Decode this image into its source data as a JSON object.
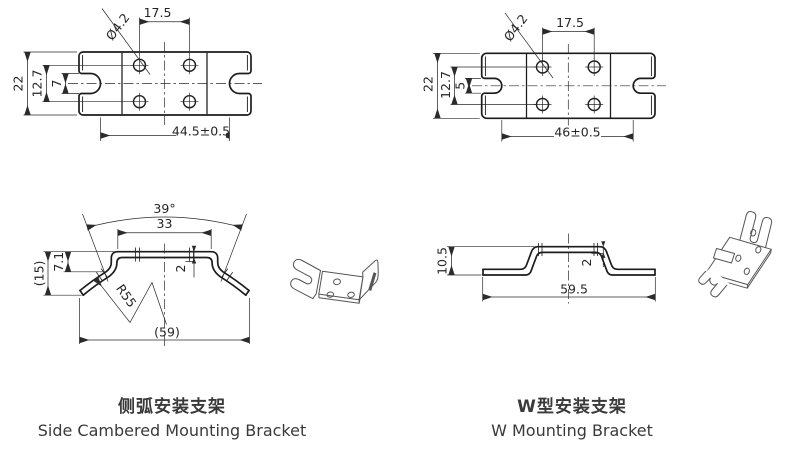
{
  "colors": {
    "outline": "#1c1c1c",
    "dimension": "#2b2b2b",
    "caption_text": "#3a3a3a",
    "iso_sketch": "#555555",
    "background": "#ffffff"
  },
  "left_bracket": {
    "caption_cn": "侧弧安装支架",
    "caption_en": "Side Cambered Mounting Bracket",
    "top_view": {
      "hole_spacing": "17.5",
      "hole_diameter": "Ø4.2",
      "overall_height": "22",
      "hole_row_spacing": "12.7",
      "slot_width": "7",
      "mounting_span": "44.5±0.5"
    },
    "front_view": {
      "wing_angle": "39°",
      "top_width": "33",
      "step_height": "7.1",
      "overall_height": "(15)",
      "thickness": "2",
      "camber_radius": "R55",
      "overall_width": "(59)"
    }
  },
  "right_bracket": {
    "caption_cn": "W型安装支架",
    "caption_en": "W Mounting Bracket",
    "top_view": {
      "hole_spacing": "17.5",
      "hole_diameter": "Ø4.2",
      "overall_height": "22",
      "hole_row_spacing": "12.7",
      "slot_width": "5",
      "mounting_span": "46±0.5"
    },
    "front_view": {
      "profile_height": "10.5",
      "thickness": "2",
      "overall_width": "59.5"
    }
  }
}
